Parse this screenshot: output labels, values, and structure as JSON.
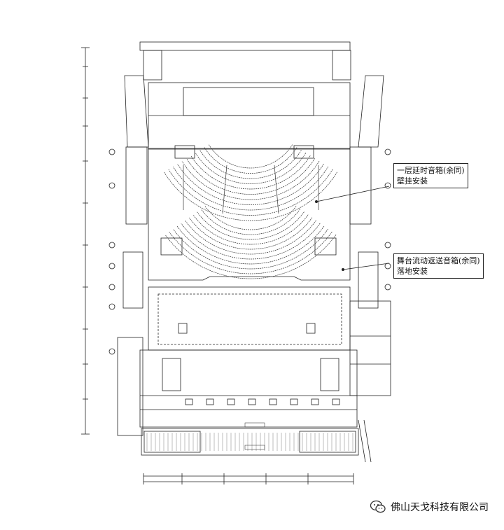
{
  "annotations": [
    {
      "id": "callout-1",
      "lines": [
        "一层延时音箱(余同)",
        "壁挂安装"
      ]
    },
    {
      "id": "callout-2",
      "lines": [
        "舞台流动返送音箱(余同)",
        "落地安装"
      ]
    }
  ],
  "watermark": {
    "text": "佛山天戈科技有限公司",
    "icon": "wechat-icon"
  },
  "colors": {
    "line": "#222222",
    "seat": "#333333",
    "background": "#ffffff"
  }
}
